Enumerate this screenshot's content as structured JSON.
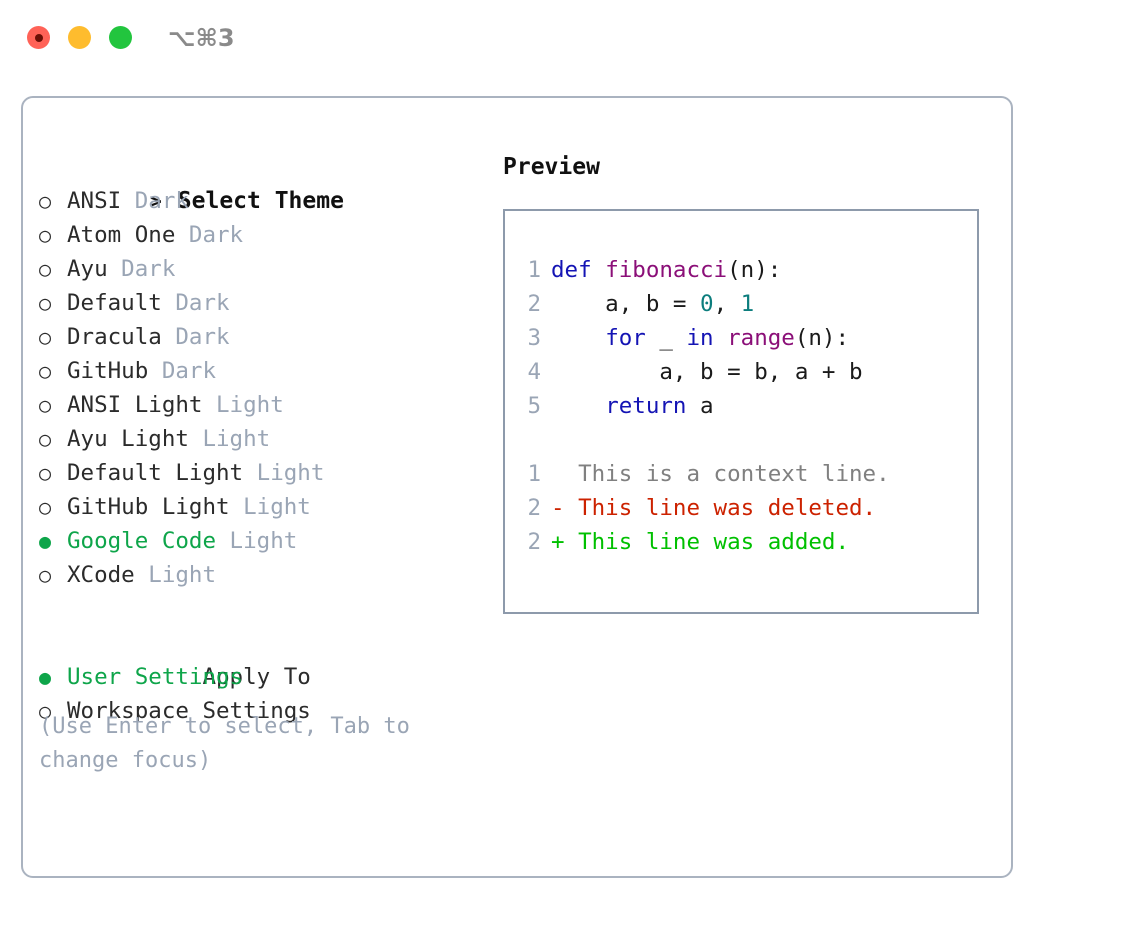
{
  "window": {
    "shortcut_label": "⌥⌘3",
    "traffic_lights": [
      {
        "name": "close",
        "color": "#ff6257"
      },
      {
        "name": "minimize",
        "color": "#febc2e"
      },
      {
        "name": "maximize",
        "color": "#22c53e"
      }
    ]
  },
  "theme_picker": {
    "heading_marker": ">",
    "heading": "Select Theme",
    "unselected_marker": "○",
    "selected_marker": "●",
    "items": [
      {
        "marker": "○",
        "name": "ANSI",
        "kind": "Dark",
        "selected": false
      },
      {
        "marker": "○",
        "name": "Atom One",
        "kind": "Dark",
        "selected": false
      },
      {
        "marker": "○",
        "name": "Ayu",
        "kind": "Dark",
        "selected": false
      },
      {
        "marker": "○",
        "name": "Default",
        "kind": "Dark",
        "selected": false
      },
      {
        "marker": "○",
        "name": "Dracula",
        "kind": "Dark",
        "selected": false
      },
      {
        "marker": "○",
        "name": "GitHub",
        "kind": "Dark",
        "selected": false
      },
      {
        "marker": "○",
        "name": "ANSI Light",
        "kind": "Light",
        "selected": false
      },
      {
        "marker": "○",
        "name": "Ayu Light",
        "kind": "Light",
        "selected": false
      },
      {
        "marker": "○",
        "name": "Default Light",
        "kind": "Light",
        "selected": false
      },
      {
        "marker": "○",
        "name": "GitHub Light",
        "kind": "Light",
        "selected": false
      },
      {
        "marker": "●",
        "name": "Google Code",
        "kind": "Light",
        "selected": true
      },
      {
        "marker": "○",
        "name": "XCode",
        "kind": "Light",
        "selected": false
      }
    ]
  },
  "apply_to": {
    "heading": "Apply To",
    "options": [
      {
        "marker": "●",
        "label": "User Settings",
        "selected": true
      },
      {
        "marker": "○",
        "label": "Workspace Settings",
        "selected": false
      }
    ]
  },
  "hint": "(Use Enter to select, Tab to\nchange focus)",
  "preview": {
    "heading": "Preview",
    "code_lines": [
      {
        "lineno": "1",
        "tokens": [
          {
            "t": "def",
            "c": "kw"
          },
          {
            "t": " ",
            "c": "plain"
          },
          {
            "t": "fibonacci",
            "c": "fn"
          },
          {
            "t": "(n):",
            "c": "plain"
          }
        ]
      },
      {
        "lineno": "2",
        "tokens": [
          {
            "t": "    a, b = ",
            "c": "plain"
          },
          {
            "t": "0",
            "c": "num"
          },
          {
            "t": ", ",
            "c": "plain"
          },
          {
            "t": "1",
            "c": "num"
          }
        ]
      },
      {
        "lineno": "3",
        "tokens": [
          {
            "t": "    ",
            "c": "plain"
          },
          {
            "t": "for",
            "c": "kw"
          },
          {
            "t": " _ ",
            "c": "plain"
          },
          {
            "t": "in",
            "c": "kw"
          },
          {
            "t": " ",
            "c": "plain"
          },
          {
            "t": "range",
            "c": "fn"
          },
          {
            "t": "(n):",
            "c": "plain"
          }
        ]
      },
      {
        "lineno": "4",
        "tokens": [
          {
            "t": "        a, b = b, a + b",
            "c": "plain"
          }
        ]
      },
      {
        "lineno": "5",
        "tokens": [
          {
            "t": "    ",
            "c": "plain"
          },
          {
            "t": "return",
            "c": "kw"
          },
          {
            "t": " a",
            "c": "plain"
          }
        ]
      }
    ],
    "diff_lines": [
      {
        "lineno": "1",
        "sign": " ",
        "text": "This is a context line.",
        "kind": "ctx"
      },
      {
        "lineno": "2",
        "sign": "-",
        "text": "This line was deleted.",
        "kind": "del"
      },
      {
        "lineno": "2",
        "sign": "+",
        "text": "This line was added.",
        "kind": "add"
      }
    ]
  },
  "colors": {
    "accent_green": "#0ea54a",
    "diff_add": "#00c000",
    "diff_del": "#cc2200",
    "muted": "#9aa5b5",
    "keyword": "#1414b4",
    "function": "#8b0f78",
    "number": "#0c7d7d",
    "panel_border": "#aab3c0",
    "preview_border": "#8d9aab"
  }
}
